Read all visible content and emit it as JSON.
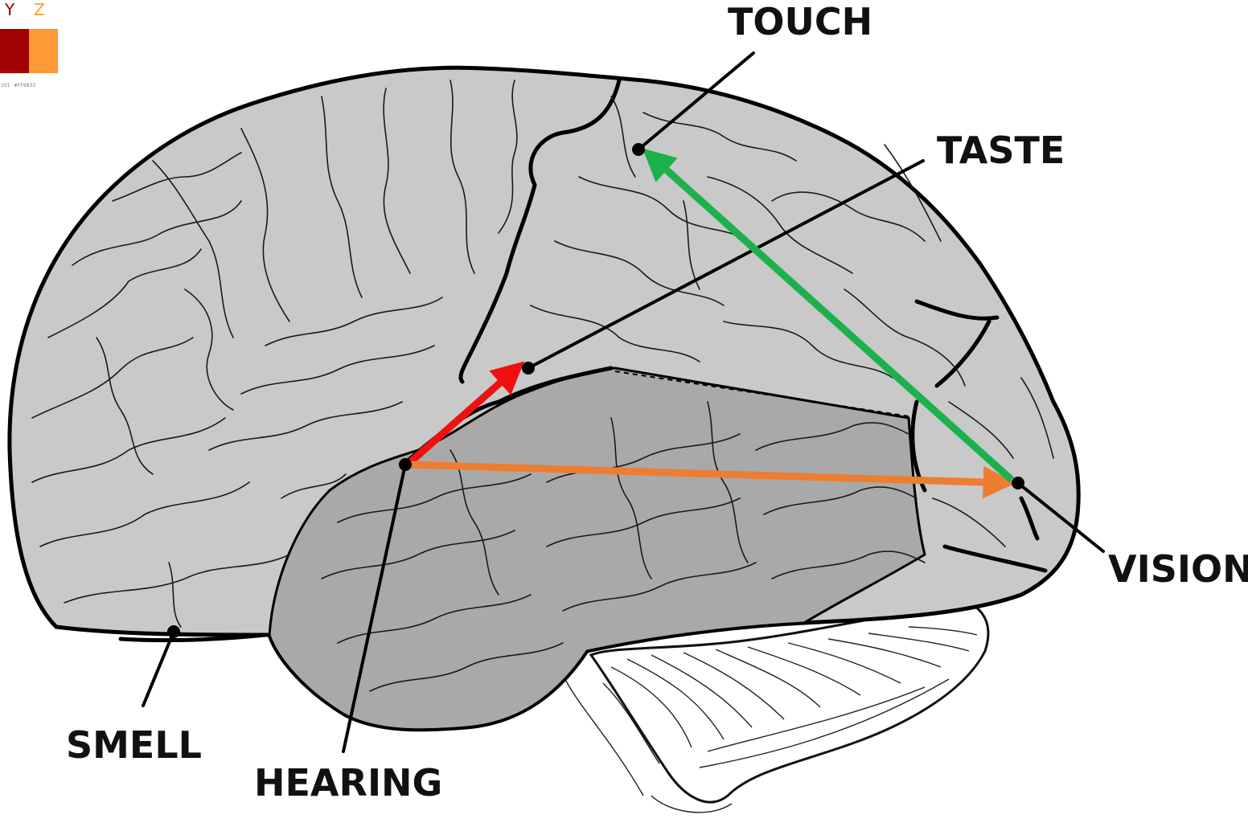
{
  "swatch": {
    "letters": [
      "Y",
      "Z"
    ],
    "colors": [
      "#A10101",
      "#FF9933"
    ],
    "codes": [
      "101",
      "#FF9933"
    ]
  },
  "labels": {
    "touch": "TOUCH",
    "taste": "TASTE",
    "vision": "VISION",
    "hearing": "HEARING",
    "smell": "SMELL"
  },
  "arrows": [
    {
      "name": "hearing-to-taste",
      "color": "#EE1111"
    },
    {
      "name": "hearing-to-vision",
      "color": "#ED7D31"
    },
    {
      "name": "vision-to-touch",
      "color": "#1DB14B"
    }
  ],
  "colors": {
    "brain": "#C9C9C9",
    "temporal_lobe": "#A9A9A9",
    "outline": "#000000"
  }
}
